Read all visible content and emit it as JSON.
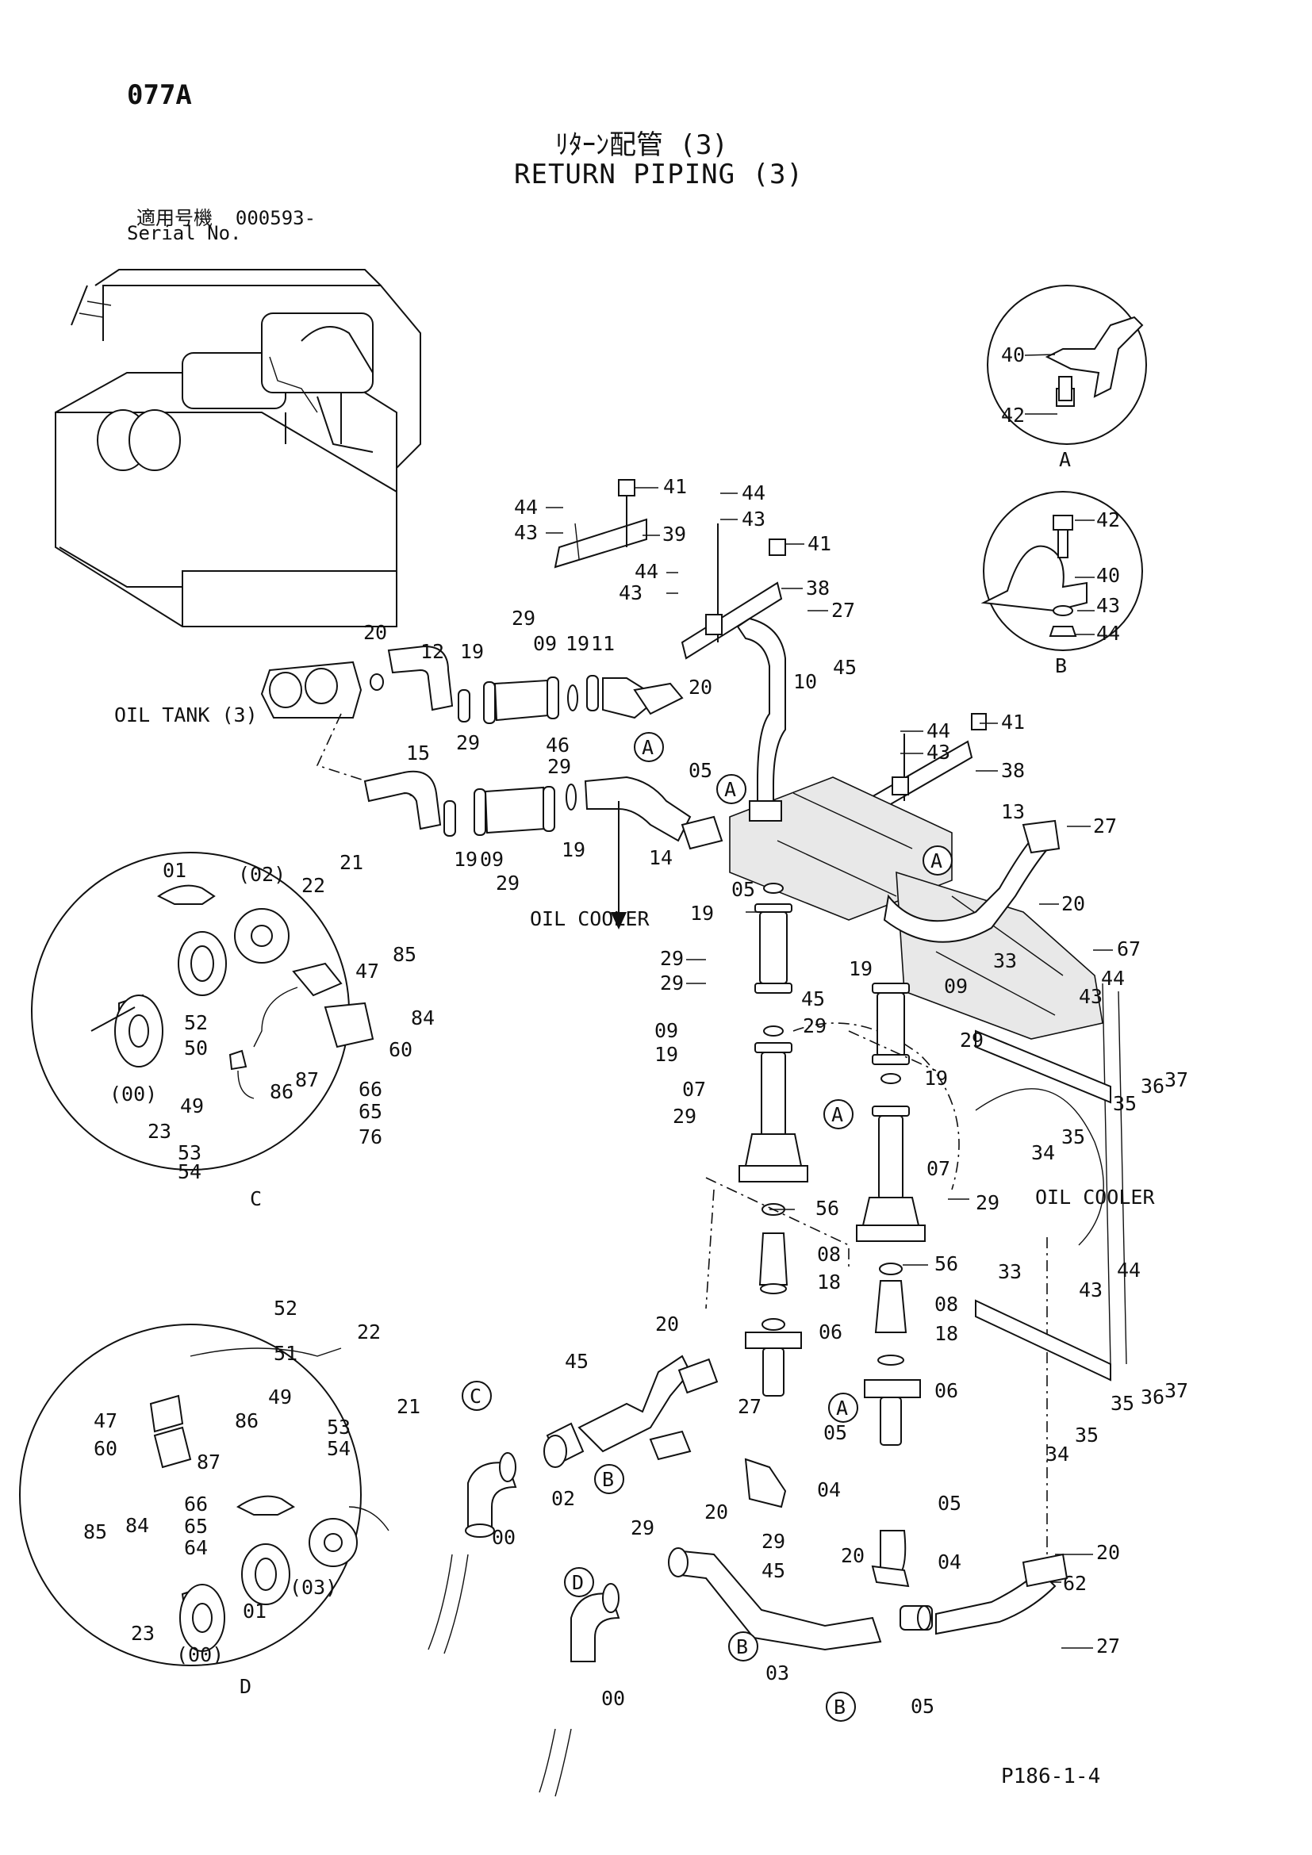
{
  "header": {
    "page_id": "077A",
    "title_jp": "ﾘﾀｰﾝ配管 (3)",
    "title_en": "RETURN PIPING (3)",
    "serial_label_jp": "適用号機",
    "serial_value": "000593-",
    "serial_label_en": "Serial No."
  },
  "annotations": {
    "oil_tank": "OIL TANK (3)",
    "oil_cooler_1": "OIL COOLER",
    "oil_cooler_2": "OIL COOLER"
  },
  "detail_views": {
    "A": "A",
    "B": "B",
    "C": "C",
    "D": "D"
  },
  "callouts": [
    "40",
    "42",
    "42",
    "40",
    "43",
    "44",
    "44",
    "43",
    "41",
    "44",
    "43",
    "39",
    "41",
    "44",
    "43",
    "38",
    "27",
    "20",
    "12",
    "19",
    "29",
    "09",
    "19",
    "11",
    "20",
    "29",
    "46",
    "10",
    "05",
    "45",
    "44",
    "43",
    "41",
    "38",
    "15",
    "29",
    "19",
    "09",
    "29",
    "19",
    "14",
    "05",
    "13",
    "27",
    "01",
    "(02)",
    "22",
    "21",
    "47",
    "85",
    "84",
    "52",
    "50",
    "60",
    "(00)",
    "86",
    "87",
    "49",
    "66",
    "65",
    "23",
    "53",
    "54",
    "76",
    "19",
    "29",
    "29",
    "45",
    "19",
    "09",
    "20",
    "67",
    "09",
    "19",
    "29",
    "29",
    "33",
    "44",
    "43",
    "19",
    "07",
    "29",
    "07",
    "29",
    "34",
    "35",
    "36",
    "37",
    "35",
    "56",
    "56",
    "08",
    "08",
    "18",
    "18",
    "20",
    "06",
    "06",
    "33",
    "43",
    "44",
    "35",
    "36",
    "37",
    "34",
    "35",
    "52",
    "51",
    "22",
    "21",
    "49",
    "47",
    "86",
    "53",
    "60",
    "87",
    "54",
    "66",
    "85",
    "84",
    "65",
    "64",
    "(03)",
    "23",
    "01",
    "(00)",
    "45",
    "27",
    "05",
    "02",
    "29",
    "00",
    "20",
    "04",
    "05",
    "29",
    "45",
    "20",
    "04",
    "20",
    "62",
    "27",
    "03",
    "00",
    "05"
  ],
  "footer": {
    "code": "P186-1-4"
  }
}
